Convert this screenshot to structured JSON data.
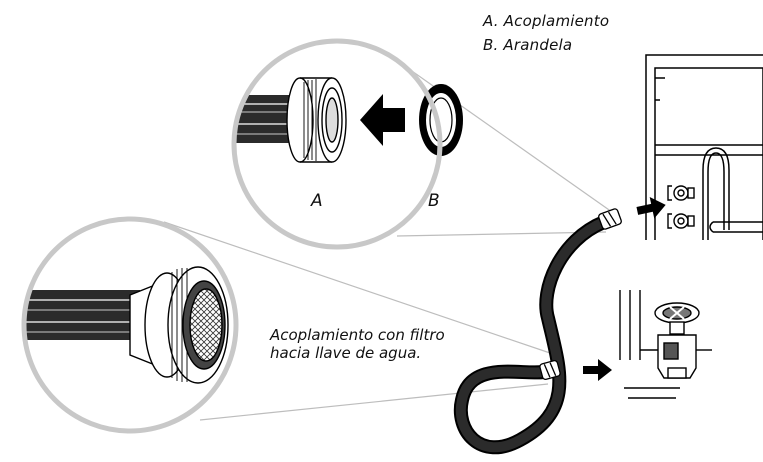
{
  "legend": {
    "item_a": "A. Acoplamiento",
    "item_b": "B. Arandela"
  },
  "inset_top": {
    "label_a": "A",
    "label_b": "B"
  },
  "callout": {
    "text": "Acoplamiento con filtro hacia llave de agua."
  },
  "colors": {
    "hose": "#2b2b2b",
    "lens_ring": "#c8c8c8",
    "line": "#000000"
  },
  "icons": {
    "direction_arrows": "right-arrow-icon"
  }
}
